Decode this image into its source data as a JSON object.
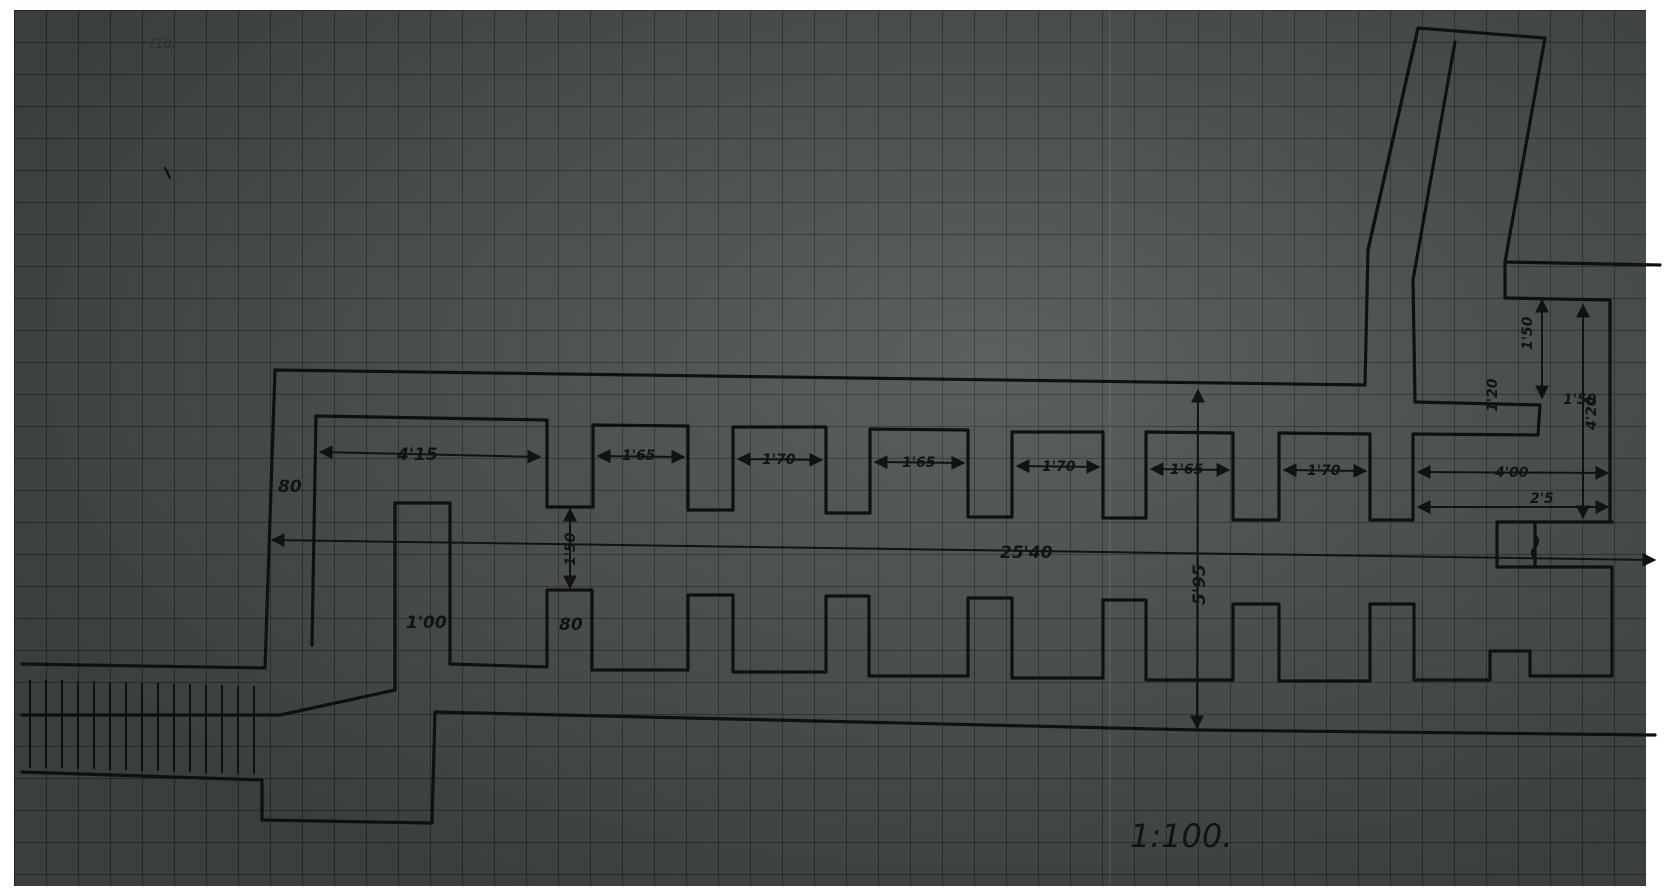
{
  "drawing": {
    "scale": "1:100.",
    "corner_note": "(1b)",
    "dimensions": {
      "first_bay": "4'15",
      "bays_top": [
        "1'65",
        "1'70",
        "1'65",
        "1'70",
        "1'65",
        "1'70"
      ],
      "last_bay": "4'00",
      "right_sub": "2'5",
      "total_length": "25'40",
      "total_width": "5'95",
      "corridor_gap": "1'50",
      "pier_80_top": "80",
      "pier_80_left": "80",
      "left_wall_100": "1'00",
      "right_upper": "1'50",
      "right_tall": "4'20",
      "right_small": "1'20",
      "right_mid": "1'50"
    }
  }
}
